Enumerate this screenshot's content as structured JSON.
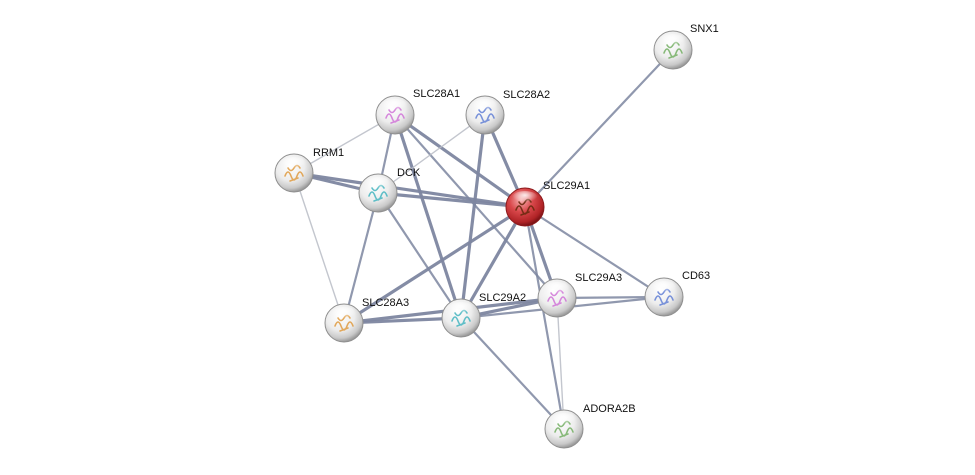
{
  "network": {
    "query_protein": "SLC29A1",
    "colors": {
      "edge": "#7d86a0",
      "edge_light": "#b9bcc6",
      "node_fill": "#e6e6e6",
      "query_node_fill": "#cc3b3e"
    },
    "nodes": [
      {
        "id": "SNX1",
        "label": "SNX1",
        "icon": "protein-structure-icon",
        "query": false
      },
      {
        "id": "SLC28A1",
        "label": "SLC28A1",
        "icon": "protein-structure-icon",
        "query": false
      },
      {
        "id": "SLC28A2",
        "label": "SLC28A2",
        "icon": "protein-structure-icon",
        "query": false
      },
      {
        "id": "RRM1",
        "label": "RRM1",
        "icon": "protein-structure-icon",
        "query": false
      },
      {
        "id": "DCK",
        "label": "DCK",
        "icon": "protein-structure-icon",
        "query": false
      },
      {
        "id": "SLC29A1",
        "label": "SLC29A1",
        "icon": "protein-structure-icon",
        "query": true
      },
      {
        "id": "SLC29A3",
        "label": "SLC29A3",
        "icon": "protein-structure-icon",
        "query": false
      },
      {
        "id": "CD63",
        "label": "CD63",
        "icon": "protein-structure-icon",
        "query": false
      },
      {
        "id": "SLC28A3",
        "label": "SLC28A3",
        "icon": "protein-structure-icon",
        "query": false
      },
      {
        "id": "SLC29A2",
        "label": "SLC29A2",
        "icon": "protein-structure-icon",
        "query": false
      },
      {
        "id": "ADORA2B",
        "label": "ADORA2B",
        "icon": "protein-structure-icon",
        "query": false
      }
    ],
    "edges": [
      {
        "source": "SNX1",
        "target": "SLC29A1",
        "strength": "medium"
      },
      {
        "source": "SLC28A1",
        "target": "SLC29A1",
        "strength": "strong"
      },
      {
        "source": "SLC28A1",
        "target": "SLC29A2",
        "strength": "strong"
      },
      {
        "source": "SLC28A1",
        "target": "SLC29A3",
        "strength": "medium"
      },
      {
        "source": "SLC28A1",
        "target": "RRM1",
        "strength": "weak"
      },
      {
        "source": "SLC28A1",
        "target": "DCK",
        "strength": "medium"
      },
      {
        "source": "SLC28A2",
        "target": "SLC29A1",
        "strength": "strong"
      },
      {
        "source": "SLC28A2",
        "target": "SLC29A2",
        "strength": "strong"
      },
      {
        "source": "SLC28A2",
        "target": "DCK",
        "strength": "weak"
      },
      {
        "source": "RRM1",
        "target": "DCK",
        "strength": "strong"
      },
      {
        "source": "RRM1",
        "target": "SLC29A1",
        "strength": "strong"
      },
      {
        "source": "RRM1",
        "target": "SLC28A3",
        "strength": "weak"
      },
      {
        "source": "DCK",
        "target": "SLC29A1",
        "strength": "strong"
      },
      {
        "source": "DCK",
        "target": "SLC28A3",
        "strength": "medium"
      },
      {
        "source": "DCK",
        "target": "SLC29A2",
        "strength": "medium"
      },
      {
        "source": "SLC29A1",
        "target": "SLC29A2",
        "strength": "strong"
      },
      {
        "source": "SLC29A1",
        "target": "SLC29A3",
        "strength": "strong"
      },
      {
        "source": "SLC29A1",
        "target": "SLC28A3",
        "strength": "strong"
      },
      {
        "source": "SLC29A1",
        "target": "CD63",
        "strength": "medium"
      },
      {
        "source": "SLC29A1",
        "target": "ADORA2B",
        "strength": "medium"
      },
      {
        "source": "SLC28A3",
        "target": "SLC29A2",
        "strength": "strong"
      },
      {
        "source": "SLC28A3",
        "target": "SLC29A3",
        "strength": "strong"
      },
      {
        "source": "SLC29A2",
        "target": "SLC29A3",
        "strength": "strong"
      },
      {
        "source": "SLC29A2",
        "target": "CD63",
        "strength": "medium"
      },
      {
        "source": "SLC29A2",
        "target": "ADORA2B",
        "strength": "medium"
      },
      {
        "source": "SLC29A3",
        "target": "CD63",
        "strength": "medium"
      },
      {
        "source": "SLC29A3",
        "target": "ADORA2B",
        "strength": "weak"
      }
    ]
  }
}
